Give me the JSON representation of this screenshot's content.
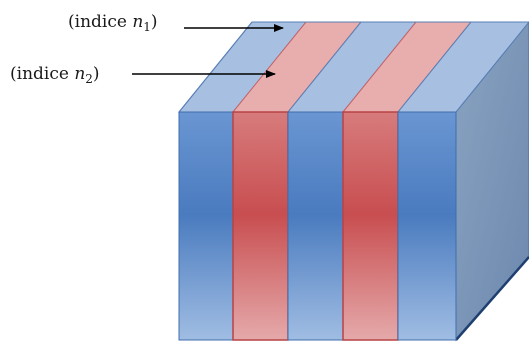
{
  "labels": {
    "n1": {
      "prefix": "(indice ",
      "var": "n",
      "sub": "1",
      "suffix": ")"
    },
    "n2": {
      "prefix": "(indice ",
      "var": "n",
      "sub": "2",
      "suffix": ")"
    }
  },
  "layers": [
    "n1",
    "n2",
    "n1",
    "n2",
    "n1"
  ],
  "colors": {
    "blue_front_edge": "#5b87c7",
    "blue_front_mid": "#4a7bbf",
    "blue_top": "#a7c0e2",
    "red_front_edge": "#e0a2a3",
    "red_front_mid": "#c85052",
    "red_top": "#e8aeae",
    "side": "#7f98b8",
    "arrow": "#000000"
  }
}
